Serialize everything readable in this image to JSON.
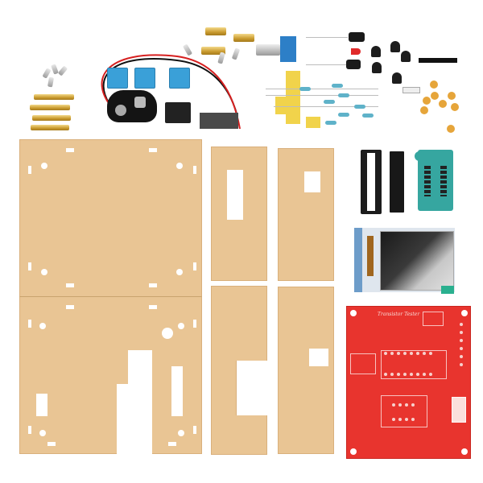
{
  "scene": {
    "subject": "transistor-tester-diy-kit",
    "background_color": "#ffffff",
    "acrylic_color": "#e9c594",
    "pcb_color": "#e8342e",
    "socket_color": "#36a6a0",
    "terminal_color": "#3aa0d8"
  },
  "pcb": {
    "title_label": "Transistor Tester"
  },
  "components": [
    {
      "name": "brass-standoffs"
    },
    {
      "name": "screws"
    },
    {
      "name": "screw-terminals"
    },
    {
      "name": "9v-battery-clip"
    },
    {
      "name": "dc-jack"
    },
    {
      "name": "rotary-encoder"
    },
    {
      "name": "electrolytic-capacitors"
    },
    {
      "name": "red-led"
    },
    {
      "name": "transistors"
    },
    {
      "name": "pin-header"
    },
    {
      "name": "resistors"
    },
    {
      "name": "crystal"
    },
    {
      "name": "ceramic-capacitors"
    },
    {
      "name": "ic-socket-28pin"
    },
    {
      "name": "atmega-ic"
    },
    {
      "name": "zif-socket"
    },
    {
      "name": "tft-lcd-module"
    },
    {
      "name": "acrylic-case-panels"
    },
    {
      "name": "red-pcb"
    }
  ]
}
